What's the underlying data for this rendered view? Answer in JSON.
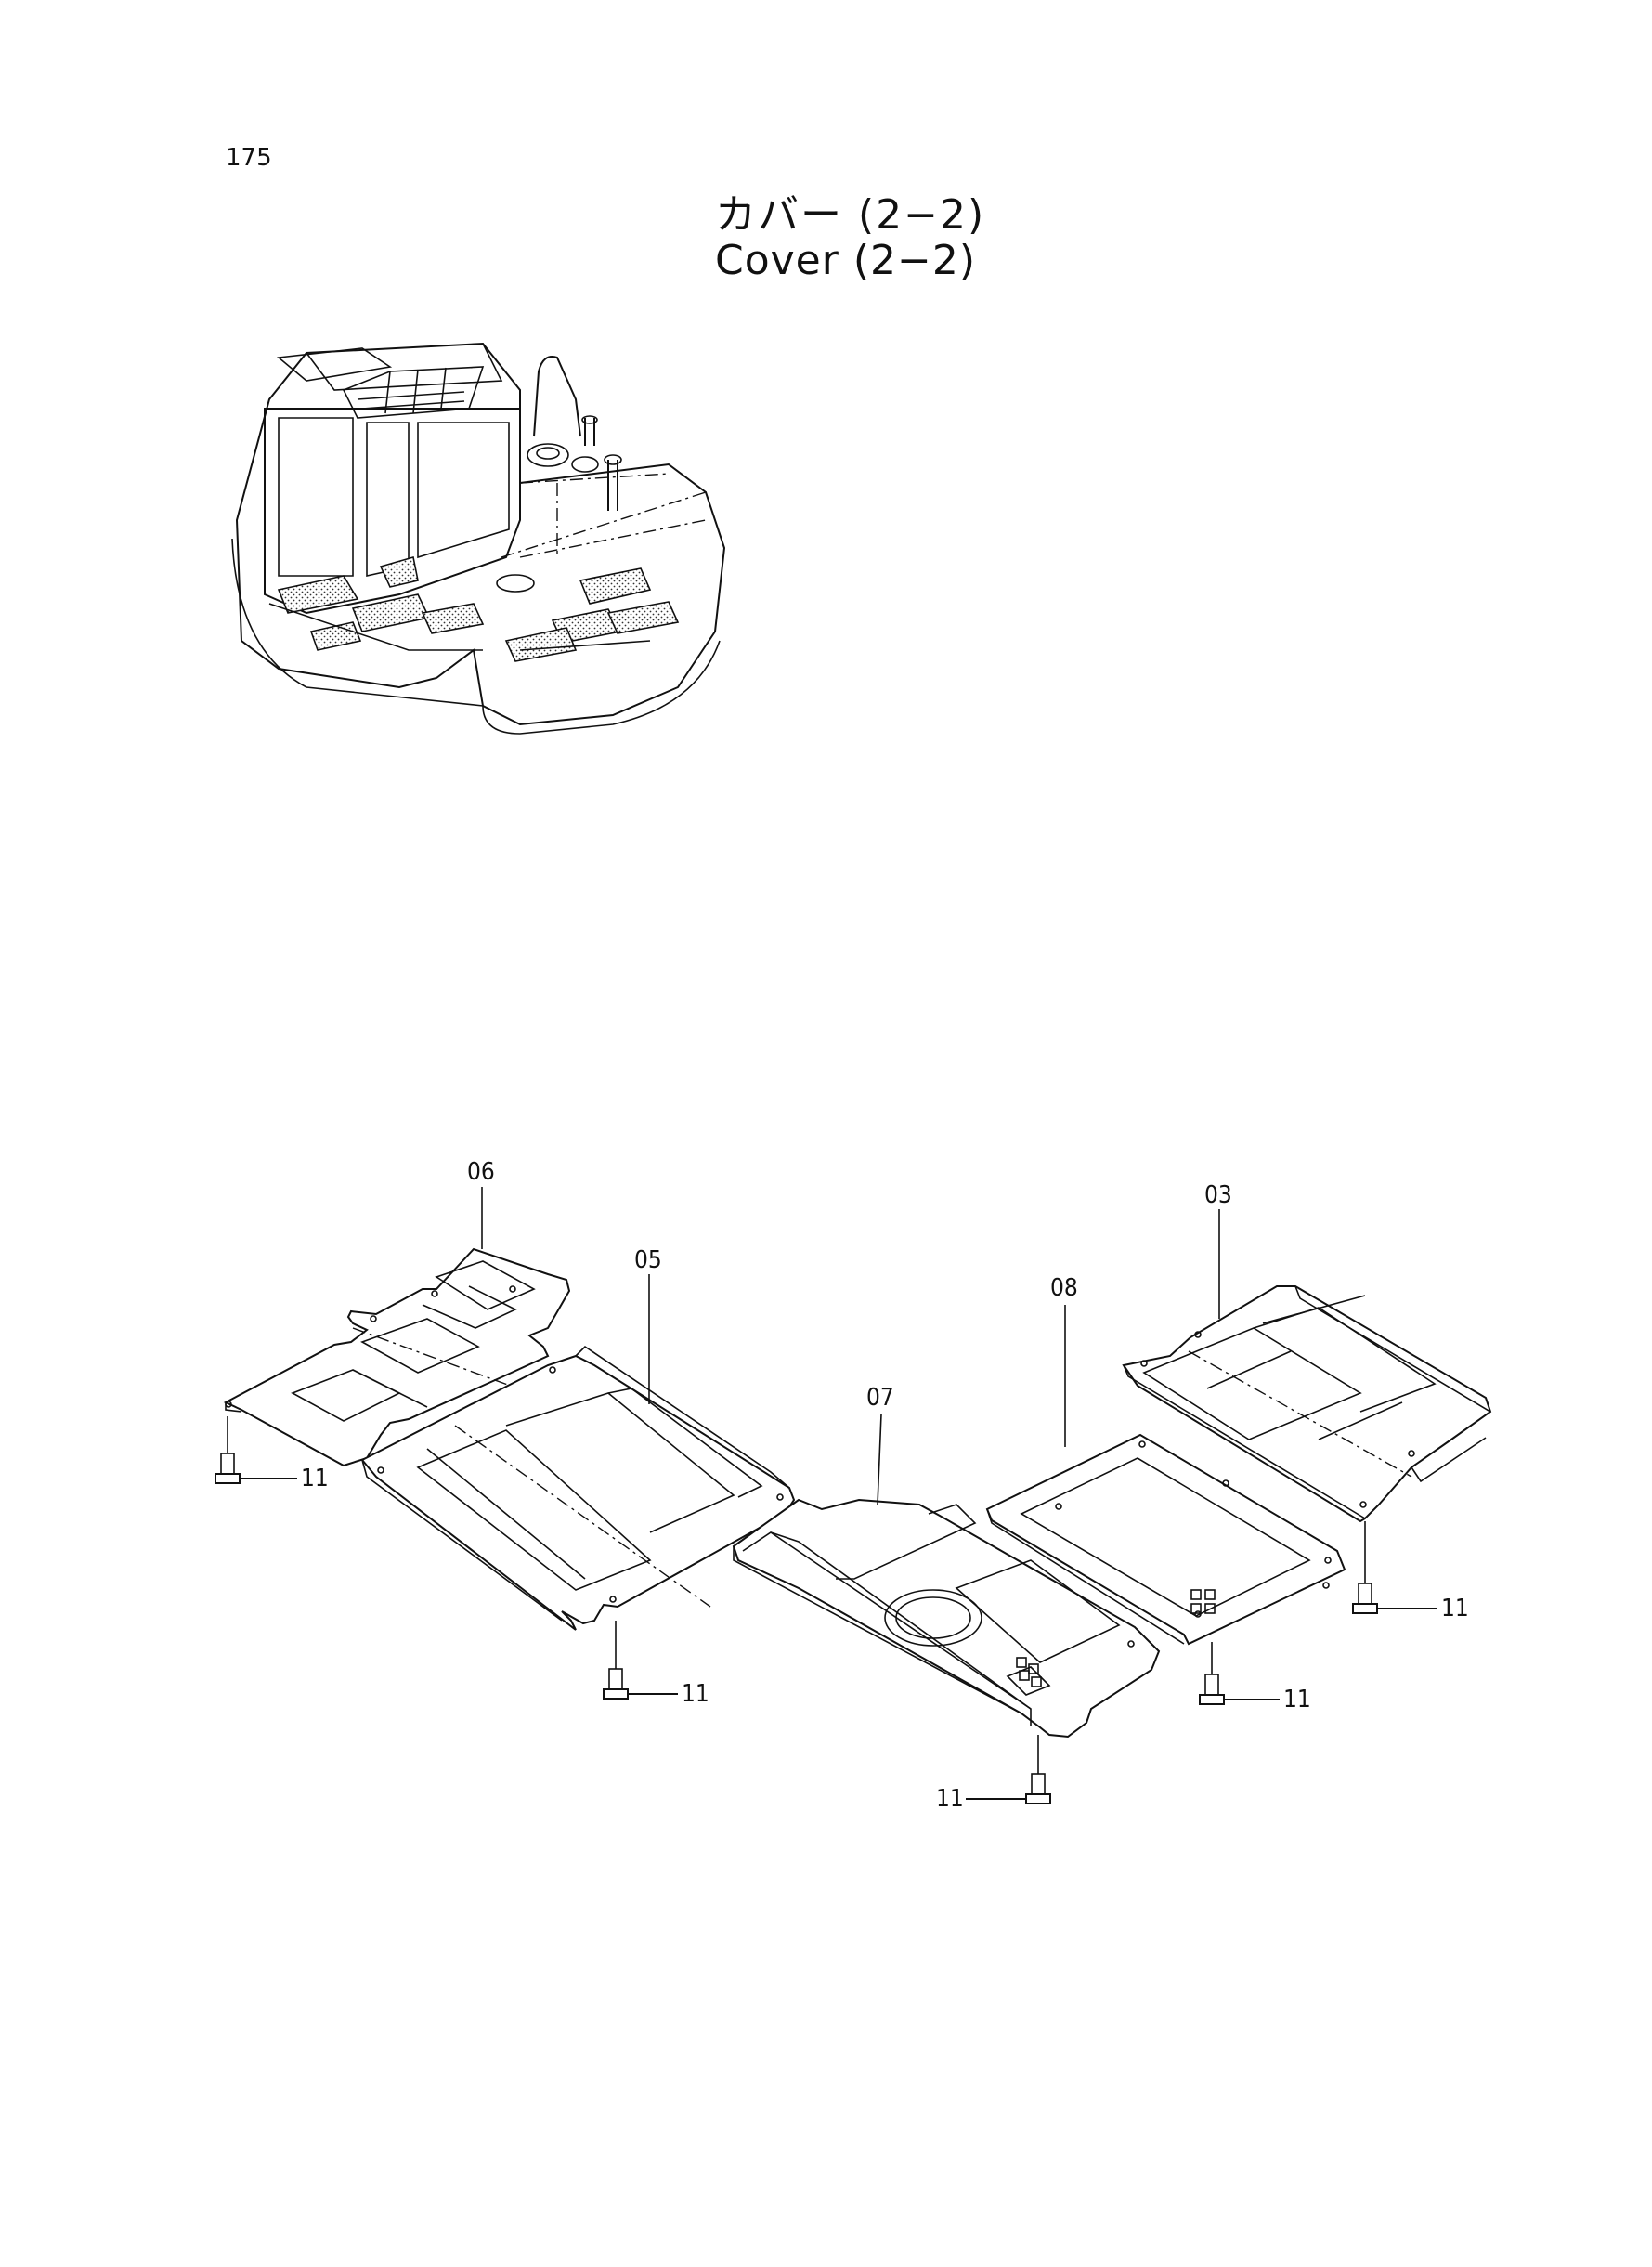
{
  "page": {
    "number": "175"
  },
  "title": {
    "japanese": "カバー (2−2)",
    "english": "Cover (2−2)"
  },
  "callouts": {
    "c06": "06",
    "c05": "05",
    "c07": "07",
    "c08": "08",
    "c03": "03",
    "c11a": "11",
    "c11b": "11",
    "c11c": "11",
    "c11d": "11",
    "c11e": "11"
  }
}
